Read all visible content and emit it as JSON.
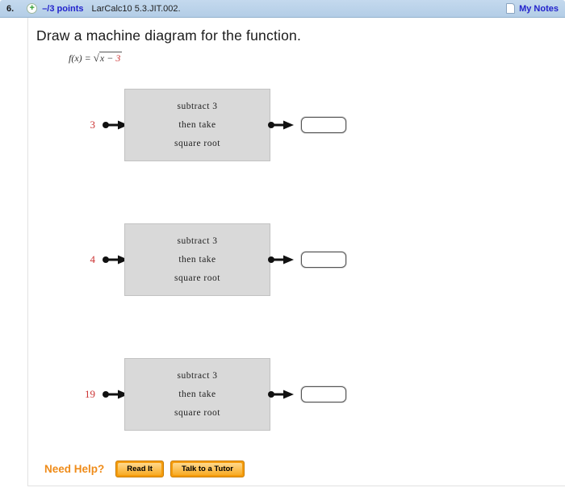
{
  "header": {
    "question_number": "6.",
    "points": "–/3 points",
    "assignment_id": "LarCalc10 5.3.JIT.002.",
    "my_notes_label": "My Notes"
  },
  "problem": {
    "title": "Draw a machine diagram for the function.",
    "formula": {
      "prefix": "f(x) = ",
      "radical_sign": "√",
      "radicand": "x − ",
      "radicand_constant": "3"
    }
  },
  "machines": [
    {
      "input": "3",
      "box_lines": [
        "subtract 3",
        "then take",
        "square root"
      ],
      "answer_value": ""
    },
    {
      "input": "4",
      "box_lines": [
        "subtract 3",
        "then take",
        "square root"
      ],
      "answer_value": ""
    },
    {
      "input": "19",
      "box_lines": [
        "subtract 3",
        "then take",
        "square root"
      ],
      "answer_value": ""
    }
  ],
  "help": {
    "label": "Need Help?",
    "read_it_label": "Read It",
    "talk_to_tutor_label": "Talk to a Tutor"
  },
  "colors": {
    "header_bg": "#b9d2ea",
    "link_blue": "#2323cc",
    "accent_red": "#cc3333",
    "box_gray": "#d9d9d9",
    "help_orange": "#ef8c1a",
    "button_orange": "#f8ab25"
  }
}
